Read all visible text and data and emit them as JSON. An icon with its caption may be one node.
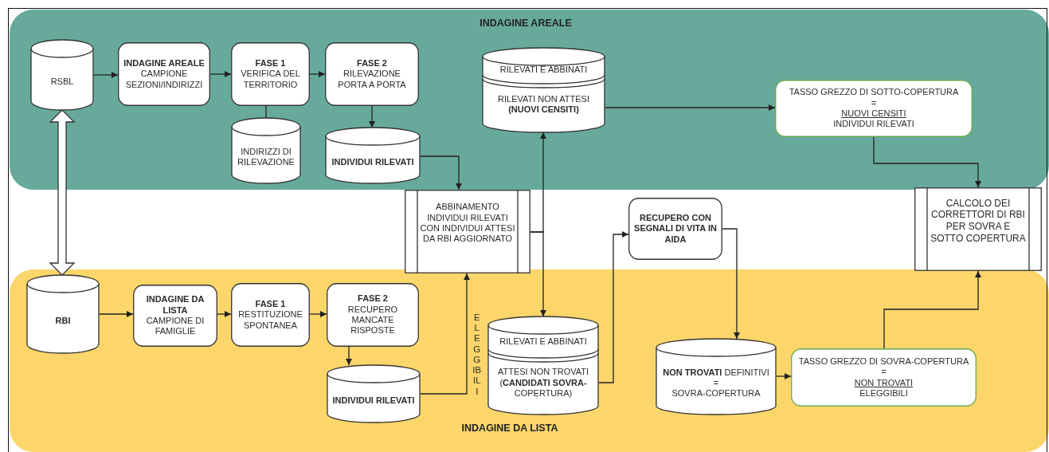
{
  "diagram": {
    "nodes": [
      {
        "text": [
          "INDAGINE AREALE"
        ]
      },
      {
        "text": [
          "RSBL"
        ],
        "in": 0
      },
      {
        "text": [
          "INDAGINE AREALE",
          "CAMPIONE SEZIONI/INDIRIZZI"
        ],
        "in": 0
      },
      {
        "text": [
          "FASE 1",
          "VERIFICA DEL TERRITORIO"
        ],
        "in": 0
      },
      {
        "text": [
          "FASE 2",
          "RILEVAZIONE PORTA A PORTA"
        ],
        "in": 0
      },
      {
        "text": [
          "INDIRIZZI DI RILEVAZIONE"
        ],
        "in": 0
      },
      {
        "text": [
          "INDIVIDUI RILEVATI"
        ],
        "in": 0
      },
      {
        "text": [
          "RILEVATI E ABBINATI",
          "RILEVATI NON ATTESI **(NUOVI CENSITI)**"
        ],
        "in": 0
      },
      {
        "text": [
          "TASSO GREZZO DI SOTTO-COPERTURA",
          "=",
          "NUOVI CENSITI",
          "INDIVIDUI RILEVATI"
        ],
        "in": 0
      },
      {
        "text": [
          "ABBINAMENTO INDIVIDUI RILEVATI CON INDIVIDUI ATTESI DA RBI AGGIORNATO"
        ]
      },
      {
        "text": [
          "RECUPERO CON SEGNALI DI VITA IN AIDA"
        ]
      },
      {
        "text": [
          "CALCOLO DEI CORRETTORI DI RBI PER SOVRA E SOTTO COPERTURA"
        ]
      },
      {
        "text": [
          "INDAGINE DA LISTA"
        ]
      },
      {
        "text": [
          "RBI"
        ],
        "in": 12
      },
      {
        "text": [
          "INDAGINE DA LISTA",
          "CAMPIONE DI FAMIGLIE"
        ],
        "in": 12
      },
      {
        "text": [
          "FASE 1",
          "RESTITUZIONE SPONTANEA"
        ],
        "in": 12
      },
      {
        "text": [
          "FASE 2",
          "RECUPERO MANCATE RISPOSTE"
        ],
        "in": 12
      },
      {
        "text": [
          "INDIVIDUI RILEVATI"
        ],
        "in": 12
      },
      {
        "text": [
          "RILEVATI E ABBINATI",
          "ATTESI NON TROVATI (**CANDIDATI SOVRA-**COPERTURA)"
        ],
        "in": 12
      },
      {
        "text": [
          "**NON TROVATI** DEFINITIVI",
          "=",
          "SOVRA-COPERTURA"
        ],
        "in": 12
      },
      {
        "text": [
          "TASSO GREZZO DI SOVRA-COPERTURA",
          "=",
          "NON TROVATI",
          "ELEGGIBILI"
        ],
        "in": 12
      }
    ],
    "edges": [
      {
        "from": 1,
        "to": 2,
        "arrow": "to"
      },
      {
        "from": 2,
        "to": 3,
        "arrow": "to"
      },
      {
        "from": 3,
        "to": 4,
        "arrow": "to"
      },
      {
        "from": 3,
        "to": 5,
        "arrow": "none"
      },
      {
        "from": 4,
        "to": 6,
        "arrow": "to"
      },
      {
        "from": 6,
        "to": 9,
        "arrow": "to"
      },
      {
        "from": 9,
        "to": 7,
        "arrow": "to"
      },
      {
        "from": 9,
        "to": 18,
        "arrow": "to"
      },
      {
        "from": 7,
        "to": 8,
        "arrow": "to"
      },
      {
        "from": 8,
        "to": 11,
        "arrow": "to"
      },
      {
        "from": 18,
        "to": 10,
        "arrow": "to"
      },
      {
        "from": 10,
        "to": 19,
        "arrow": "to"
      },
      {
        "from": 19,
        "to": 20,
        "arrow": "to"
      },
      {
        "from": 20,
        "to": 11,
        "arrow": "to"
      },
      {
        "from": 13,
        "to": 14,
        "arrow": "to"
      },
      {
        "from": 14,
        "to": 15,
        "arrow": "to"
      },
      {
        "from": 15,
        "to": 16,
        "arrow": "to"
      },
      {
        "from": 16,
        "to": 17,
        "arrow": "to"
      },
      {
        "from": 17,
        "to": 9,
        "arrow": "to"
      },
      {
        "from": 1,
        "to": 13,
        "arrow": "both",
        "style": "thick"
      }
    ],
    "labels": [
      "ELEGGIBILI"
    ]
  }
}
